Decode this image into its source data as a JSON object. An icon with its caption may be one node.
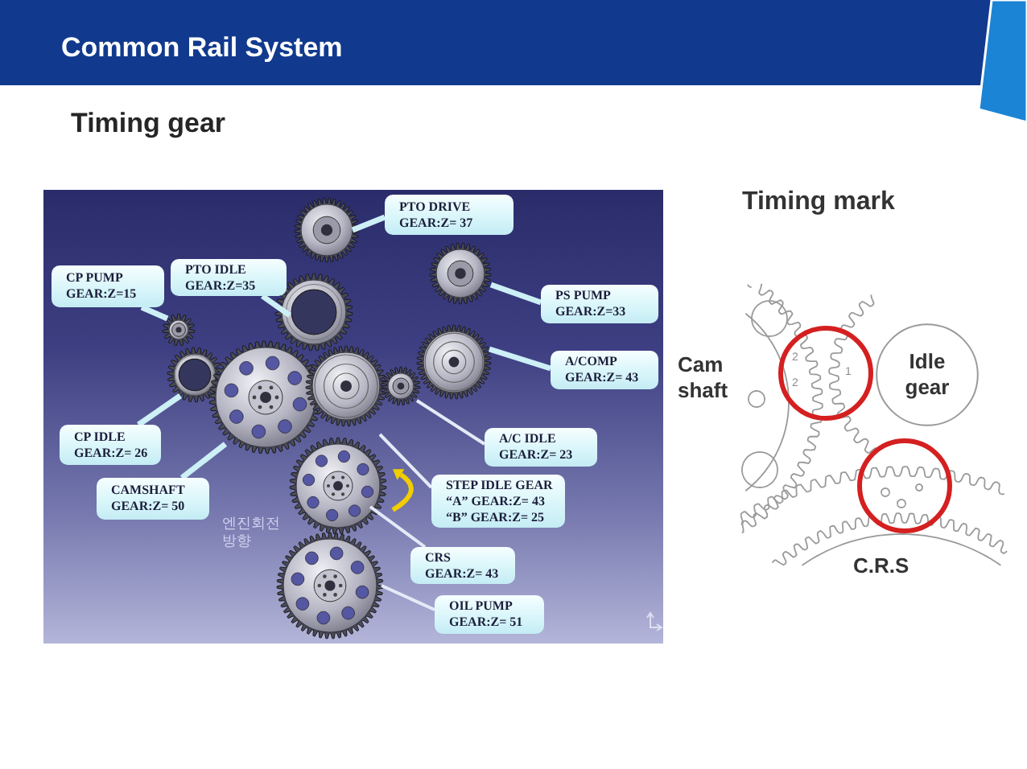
{
  "diagram": {
    "title": "Common Rail System",
    "nodes": [
      {
        "text": [
          "PTO DRIVE",
          "GEAR:Z= 37"
        ]
      },
      {
        "text": [
          "CP PUMP",
          "GEAR:Z=15"
        ]
      },
      {
        "text": [
          "PTO IDLE",
          "GEAR:Z=35"
        ]
      },
      {
        "text": [
          "PS PUMP",
          "GEAR:Z=33"
        ]
      },
      {
        "text": [
          "A/COMP",
          "GEAR:Z= 43"
        ]
      },
      {
        "text": [
          "CP IDLE",
          "GEAR:Z= 26"
        ]
      },
      {
        "text": [
          "A/C IDLE",
          "GEAR:Z= 23"
        ]
      },
      {
        "text": [
          "STEP IDLE GEAR",
          "“A” GEAR:Z= 43",
          "“B” GEAR:Z= 25"
        ]
      },
      {
        "text": [
          "CAMSHAFT",
          "GEAR:Z= 50"
        ]
      },
      {
        "text": [
          "CRS",
          "GEAR:Z= 43"
        ]
      },
      {
        "text": [
          "OIL PUMP",
          "GEAR:Z= 51"
        ]
      },
      {
        "text": [
          "Idle gear"
        ]
      }
    ],
    "edges": [
      {
        "from": 0,
        "to": null,
        "arrow": "none"
      },
      {
        "from": 1,
        "to": null,
        "arrow": "none"
      },
      {
        "from": 2,
        "to": null,
        "arrow": "none"
      },
      {
        "from": 3,
        "to": null,
        "arrow": "none"
      },
      {
        "from": 4,
        "to": null,
        "arrow": "none"
      },
      {
        "from": 5,
        "to": null,
        "arrow": "none"
      },
      {
        "from": 6,
        "to": null,
        "arrow": "none"
      },
      {
        "from": 7,
        "to": null,
        "arrow": "none"
      },
      {
        "from": 8,
        "to": null,
        "arrow": "none"
      },
      {
        "from": 9,
        "to": null,
        "arrow": "none"
      },
      {
        "from": 10,
        "to": null,
        "arrow": "none"
      }
    ],
    "labels": [
      "Timing gear",
      "Timing mark",
      "Cam shaft",
      "2",
      "2",
      "1",
      "엔진회전 방향",
      "C.R.S"
    ]
  }
}
